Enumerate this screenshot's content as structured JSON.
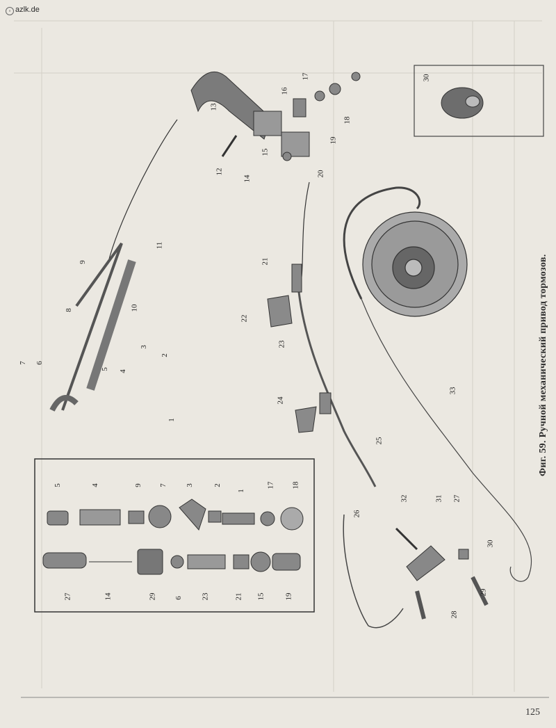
{
  "watermark": {
    "icon": "globe-icon",
    "text": "azlk.de"
  },
  "caption": "Фиг. 59. Ручной механический привод тормозов.",
  "page_number": "125",
  "callouts": [
    "1",
    "2",
    "3",
    "4",
    "5",
    "6",
    "7",
    "8",
    "9",
    "10",
    "11",
    "12",
    "13",
    "14",
    "15",
    "16",
    "17",
    "18",
    "19",
    "20",
    "21",
    "22",
    "23",
    "24",
    "25",
    "26",
    "27",
    "28",
    "29",
    "30",
    "31",
    "32",
    "33"
  ]
}
